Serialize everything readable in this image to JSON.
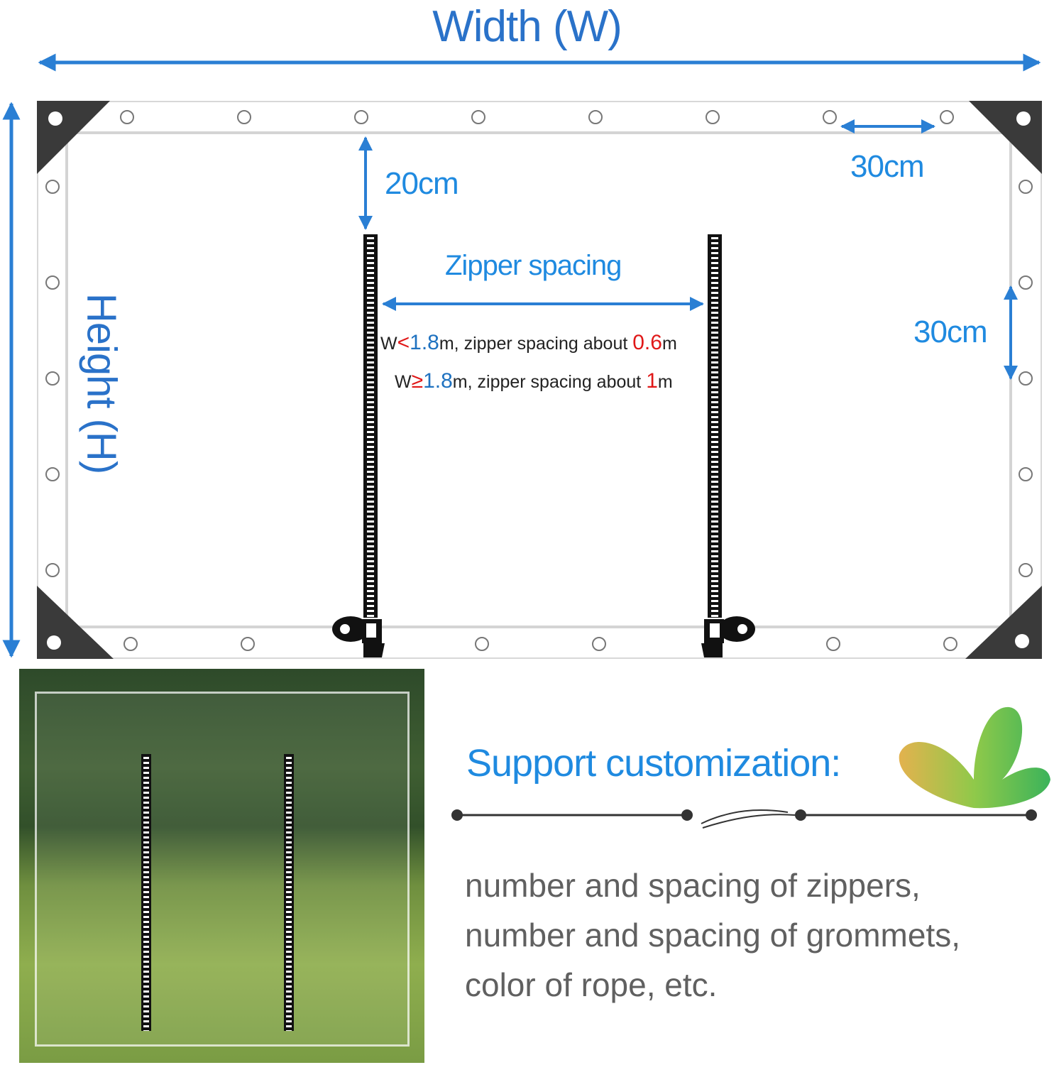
{
  "title": "Width (W)",
  "height_label": "Height (H)",
  "dimensions": {
    "top_margin": "20cm",
    "grommet_spacing_top": "30cm",
    "grommet_spacing_side": "30cm"
  },
  "zipper_spacing_label": "Zipper spacing",
  "rules": [
    {
      "prefix": "W",
      "op": "<",
      "value": "1.8",
      "unit": "m, zipper spacing about ",
      "spacing": "0.6",
      "spacing_unit": "m"
    },
    {
      "prefix": "W",
      "op": "≥",
      "value": "1.8",
      "unit": "m, zipper spacing about ",
      "spacing": "1",
      "spacing_unit": "m"
    }
  ],
  "customization": {
    "heading": "Support customization:",
    "lines": [
      "number and spacing of zippers,",
      "number and spacing of grommets,",
      "color of rope, etc."
    ]
  },
  "colors": {
    "accent": "#1f8ae0",
    "title": "#2a72c9",
    "highlight": "#e01818"
  }
}
